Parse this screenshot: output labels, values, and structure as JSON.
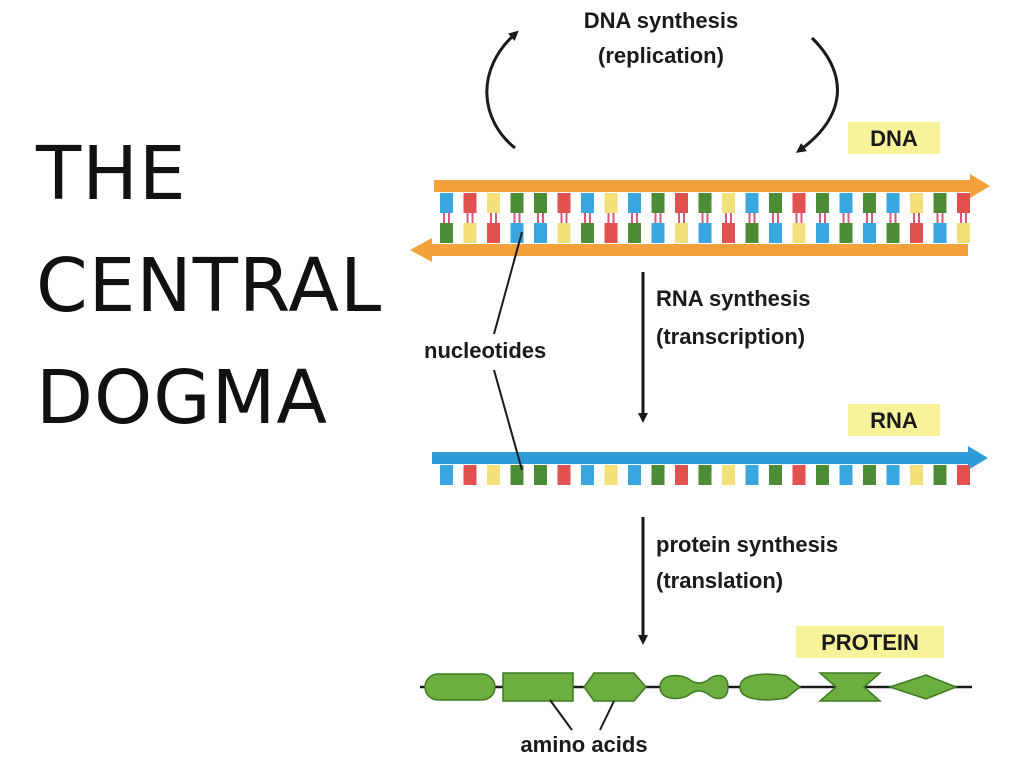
{
  "slide": {
    "title_lines": [
      "THE",
      "CENTRAL",
      "DOGMA"
    ]
  },
  "diagram": {
    "replication_label": [
      "DNA synthesis",
      "(replication)"
    ],
    "dna_tag": "DNA",
    "transcription_label": [
      "RNA synthesis",
      "(transcription)"
    ],
    "rna_tag": "RNA",
    "translation_label": [
      "protein synthesis",
      "(translation)"
    ],
    "protein_tag": "PROTEIN",
    "nucleotides_label": "nucleotides",
    "amino_acids_label": "amino acids"
  },
  "colors": {
    "backbone_orange": "#f3a13a",
    "backbone_blue": "#2f9ad8",
    "base_blue": "#39a6e0",
    "base_green": "#4c8c35",
    "base_red": "#e0514f",
    "base_yellow": "#f4e07a",
    "tag_yellow": "#f8f29a",
    "amino_green": "#6cae3f",
    "text": "#1a1a1a"
  }
}
